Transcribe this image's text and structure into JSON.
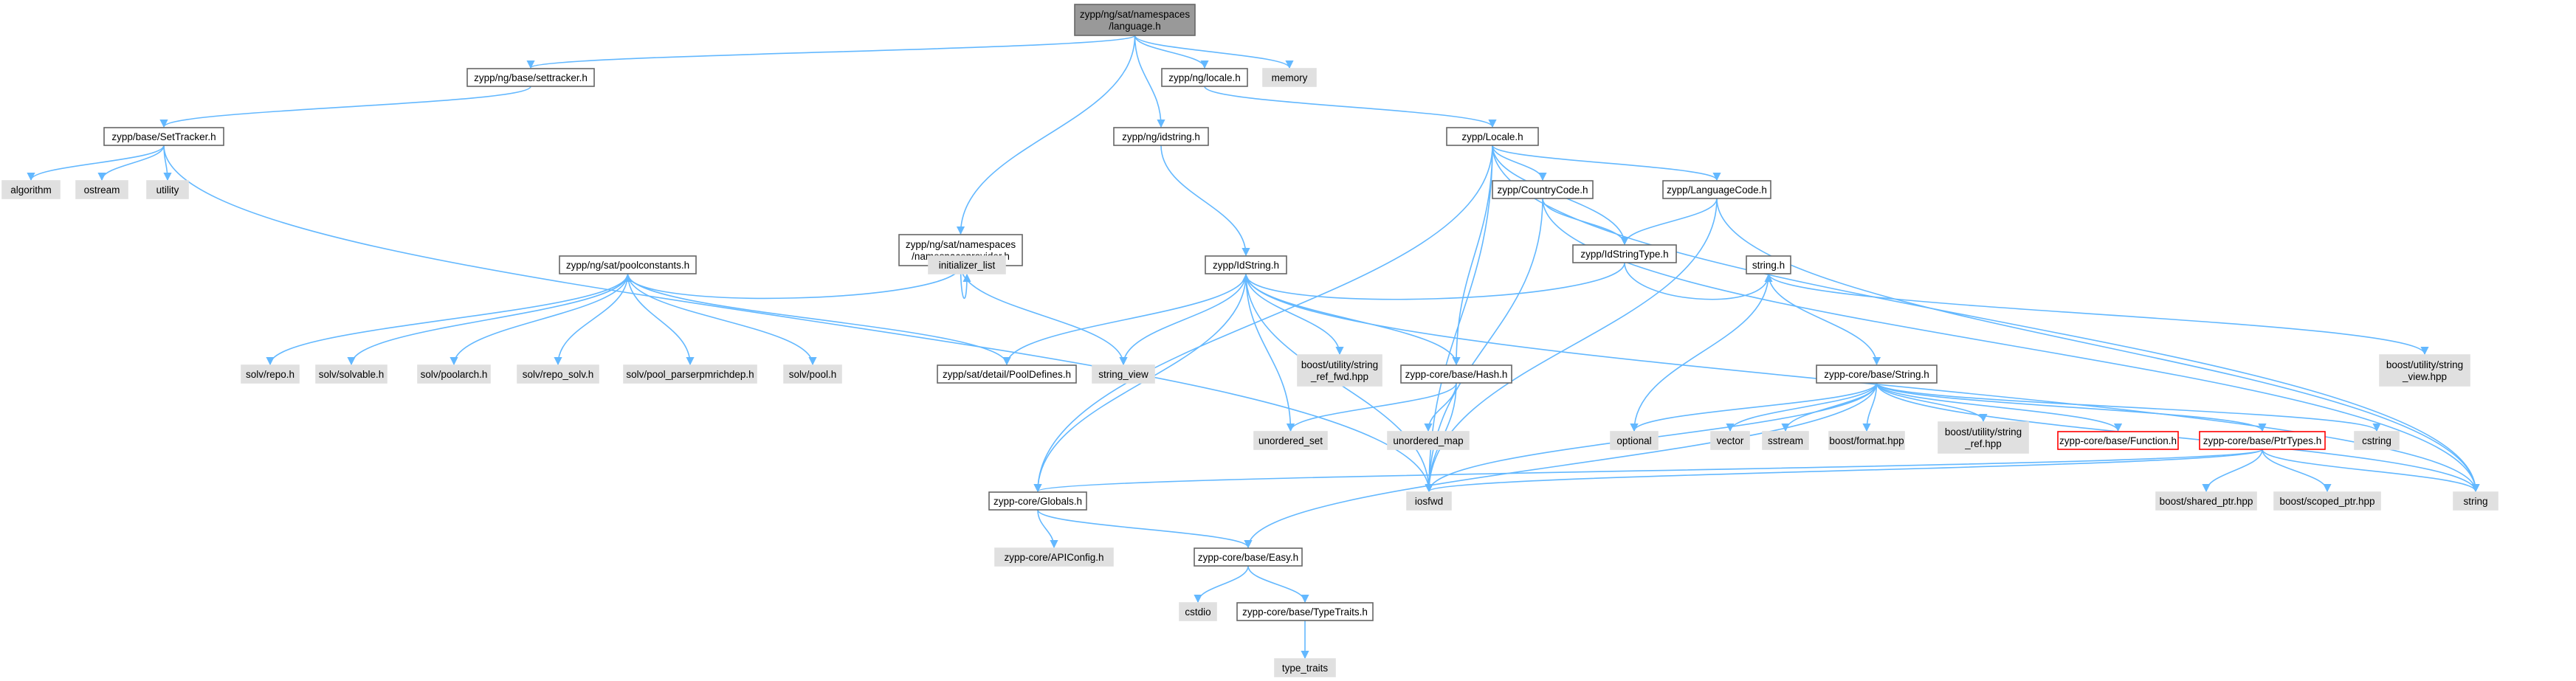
{
  "graph": {
    "title": "",
    "colors": {
      "edge": "#63b8ff",
      "node_border": "#666666",
      "external_fill": "#e0e0e0",
      "root_fill": "#999999",
      "highlight_border": "#ff0000"
    },
    "nodes": [
      {
        "id": "root",
        "lines": [
          "zypp/ng/sat/namespaces",
          "/language.h"
        ],
        "kind": "root"
      },
      {
        "id": "settracker_ng",
        "lines": [
          "zypp/ng/base/settracker.h"
        ],
        "kind": "plain"
      },
      {
        "id": "locale_ng",
        "lines": [
          "zypp/ng/locale.h"
        ],
        "kind": "plain"
      },
      {
        "id": "memory",
        "lines": [
          "memory"
        ],
        "kind": "ext"
      },
      {
        "id": "SetTracker",
        "lines": [
          "zypp/base/SetTracker.h"
        ],
        "kind": "plain"
      },
      {
        "id": "algorithm",
        "lines": [
          "algorithm"
        ],
        "kind": "ext"
      },
      {
        "id": "ostream",
        "lines": [
          "ostream"
        ],
        "kind": "ext"
      },
      {
        "id": "utility",
        "lines": [
          "utility"
        ],
        "kind": "ext"
      },
      {
        "id": "idstring_ng",
        "lines": [
          "zypp/ng/idstring.h"
        ],
        "kind": "plain"
      },
      {
        "id": "Locale",
        "lines": [
          "zypp/Locale.h"
        ],
        "kind": "plain"
      },
      {
        "id": "CountryCode",
        "lines": [
          "zypp/CountryCode.h"
        ],
        "kind": "plain"
      },
      {
        "id": "LanguageCode",
        "lines": [
          "zypp/LanguageCode.h"
        ],
        "kind": "plain"
      },
      {
        "id": "nsprovider",
        "lines": [
          "zypp/ng/sat/namespaces",
          "/namespaceprovider.h"
        ],
        "kind": "plain"
      },
      {
        "id": "IdStringType",
        "lines": [
          "zypp/IdStringType.h"
        ],
        "kind": "plain"
      },
      {
        "id": "poolconstants",
        "lines": [
          "zypp/ng/sat/poolconstants.h"
        ],
        "kind": "plain"
      },
      {
        "id": "initializer_list",
        "lines": [
          "initializer_list"
        ],
        "kind": "ext"
      },
      {
        "id": "IdString",
        "lines": [
          "zypp/IdString.h"
        ],
        "kind": "plain"
      },
      {
        "id": "string_h",
        "lines": [
          "string.h"
        ],
        "kind": "plain"
      },
      {
        "id": "repo_h",
        "lines": [
          "solv/repo.h"
        ],
        "kind": "ext"
      },
      {
        "id": "solvable_h",
        "lines": [
          "solv/solvable.h"
        ],
        "kind": "ext"
      },
      {
        "id": "poolarch_h",
        "lines": [
          "solv/poolarch.h"
        ],
        "kind": "ext"
      },
      {
        "id": "repo_solv_h",
        "lines": [
          "solv/repo_solv.h"
        ],
        "kind": "ext"
      },
      {
        "id": "pool_parser",
        "lines": [
          "solv/pool_parserpmrichdep.h"
        ],
        "kind": "ext"
      },
      {
        "id": "pool_h",
        "lines": [
          "solv/pool.h"
        ],
        "kind": "ext"
      },
      {
        "id": "PoolDefines",
        "lines": [
          "zypp/sat/detail/PoolDefines.h"
        ],
        "kind": "plain"
      },
      {
        "id": "string_view",
        "lines": [
          "string_view"
        ],
        "kind": "ext"
      },
      {
        "id": "string_ref_fwd",
        "lines": [
          "boost/utility/string",
          "_ref_fwd.hpp"
        ],
        "kind": "ext"
      },
      {
        "id": "Hash",
        "lines": [
          "zypp-core/base/Hash.h"
        ],
        "kind": "plain"
      },
      {
        "id": "String",
        "lines": [
          "zypp-core/base/String.h"
        ],
        "kind": "plain"
      },
      {
        "id": "string_view_hpp",
        "lines": [
          "boost/utility/string",
          "_view.hpp"
        ],
        "kind": "ext"
      },
      {
        "id": "unordered_set",
        "lines": [
          "unordered_set"
        ],
        "kind": "ext"
      },
      {
        "id": "unordered_map",
        "lines": [
          "unordered_map"
        ],
        "kind": "ext"
      },
      {
        "id": "optional",
        "lines": [
          "optional"
        ],
        "kind": "ext"
      },
      {
        "id": "vector",
        "lines": [
          "vector"
        ],
        "kind": "ext"
      },
      {
        "id": "sstream",
        "lines": [
          "sstream"
        ],
        "kind": "ext"
      },
      {
        "id": "boost_format",
        "lines": [
          "boost/format.hpp"
        ],
        "kind": "ext"
      },
      {
        "id": "string_ref_hpp",
        "lines": [
          "boost/utility/string",
          "_ref.hpp"
        ],
        "kind": "ext"
      },
      {
        "id": "Function",
        "lines": [
          "zypp-core/base/Function.h"
        ],
        "kind": "red"
      },
      {
        "id": "PtrTypes",
        "lines": [
          "zypp-core/base/PtrTypes.h"
        ],
        "kind": "red"
      },
      {
        "id": "cstring",
        "lines": [
          "cstring"
        ],
        "kind": "ext"
      },
      {
        "id": "string",
        "lines": [
          "string"
        ],
        "kind": "ext"
      },
      {
        "id": "Globals",
        "lines": [
          "zypp-core/Globals.h"
        ],
        "kind": "plain"
      },
      {
        "id": "iosfwd",
        "lines": [
          "iosfwd"
        ],
        "kind": "ext"
      },
      {
        "id": "shared_ptr",
        "lines": [
          "boost/shared_ptr.hpp"
        ],
        "kind": "ext"
      },
      {
        "id": "scoped_ptr",
        "lines": [
          "boost/scoped_ptr.hpp"
        ],
        "kind": "ext"
      },
      {
        "id": "APIConfig",
        "lines": [
          "zypp-core/APIConfig.h"
        ],
        "kind": "ext"
      },
      {
        "id": "Easy",
        "lines": [
          "zypp-core/base/Easy.h"
        ],
        "kind": "plain"
      },
      {
        "id": "cstdio",
        "lines": [
          "cstdio"
        ],
        "kind": "ext"
      },
      {
        "id": "TypeTraits",
        "lines": [
          "zypp-core/base/TypeTraits.h"
        ],
        "kind": "plain"
      },
      {
        "id": "type_traits",
        "lines": [
          "type_traits"
        ],
        "kind": "ext"
      }
    ],
    "edges": [
      [
        "root",
        "settracker_ng"
      ],
      [
        "root",
        "locale_ng"
      ],
      [
        "root",
        "memory"
      ],
      [
        "root",
        "idstring_ng"
      ],
      [
        "root",
        "nsprovider"
      ],
      [
        "settracker_ng",
        "SetTracker"
      ],
      [
        "SetTracker",
        "algorithm"
      ],
      [
        "SetTracker",
        "ostream"
      ],
      [
        "SetTracker",
        "utility"
      ],
      [
        "SetTracker",
        "iosfwd"
      ],
      [
        "locale_ng",
        "Locale"
      ],
      [
        "idstring_ng",
        "IdString"
      ],
      [
        "Locale",
        "CountryCode"
      ],
      [
        "Locale",
        "LanguageCode"
      ],
      [
        "Locale",
        "IdStringType"
      ],
      [
        "Locale",
        "Hash"
      ],
      [
        "Locale",
        "iosfwd"
      ],
      [
        "Locale",
        "Globals"
      ],
      [
        "Locale",
        "string"
      ],
      [
        "CountryCode",
        "IdStringType"
      ],
      [
        "CountryCode",
        "iosfwd"
      ],
      [
        "CountryCode",
        "string"
      ],
      [
        "LanguageCode",
        "IdStringType"
      ],
      [
        "LanguageCode",
        "iosfwd"
      ],
      [
        "LanguageCode",
        "string"
      ],
      [
        "IdStringType",
        "IdString"
      ],
      [
        "IdStringType",
        "string_h"
      ],
      [
        "nsprovider",
        "poolconstants"
      ],
      [
        "nsprovider",
        "initializer_list"
      ],
      [
        "nsprovider",
        "string_view"
      ],
      [
        "poolconstants",
        "repo_h"
      ],
      [
        "poolconstants",
        "solvable_h"
      ],
      [
        "poolconstants",
        "poolarch_h"
      ],
      [
        "poolconstants",
        "repo_solv_h"
      ],
      [
        "poolconstants",
        "pool_parser"
      ],
      [
        "poolconstants",
        "pool_h"
      ],
      [
        "poolconstants",
        "PoolDefines"
      ],
      [
        "IdString",
        "PoolDefines"
      ],
      [
        "IdString",
        "string_view"
      ],
      [
        "IdString",
        "string_ref_fwd"
      ],
      [
        "IdString",
        "Hash"
      ],
      [
        "IdString",
        "unordered_set"
      ],
      [
        "IdString",
        "iosfwd"
      ],
      [
        "IdString",
        "Globals"
      ],
      [
        "IdString",
        "string"
      ],
      [
        "string_h",
        "String"
      ],
      [
        "string_h",
        "string_view_hpp"
      ],
      [
        "string_h",
        "optional"
      ],
      [
        "Hash",
        "unordered_set"
      ],
      [
        "Hash",
        "unordered_map"
      ],
      [
        "Hash",
        "iosfwd"
      ],
      [
        "String",
        "optional"
      ],
      [
        "String",
        "vector"
      ],
      [
        "String",
        "sstream"
      ],
      [
        "String",
        "boost_format"
      ],
      [
        "String",
        "string_ref_hpp"
      ],
      [
        "String",
        "Function"
      ],
      [
        "String",
        "PtrTypes"
      ],
      [
        "String",
        "cstring"
      ],
      [
        "String",
        "string"
      ],
      [
        "String",
        "iosfwd"
      ],
      [
        "String",
        "Easy"
      ],
      [
        "PtrTypes",
        "iosfwd"
      ],
      [
        "PtrTypes",
        "shared_ptr"
      ],
      [
        "PtrTypes",
        "scoped_ptr"
      ],
      [
        "PtrTypes",
        "string"
      ],
      [
        "PtrTypes",
        "Globals"
      ],
      [
        "Globals",
        "APIConfig"
      ],
      [
        "Globals",
        "Easy"
      ],
      [
        "Easy",
        "cstdio"
      ],
      [
        "Easy",
        "TypeTraits"
      ],
      [
        "TypeTraits",
        "type_traits"
      ]
    ]
  }
}
